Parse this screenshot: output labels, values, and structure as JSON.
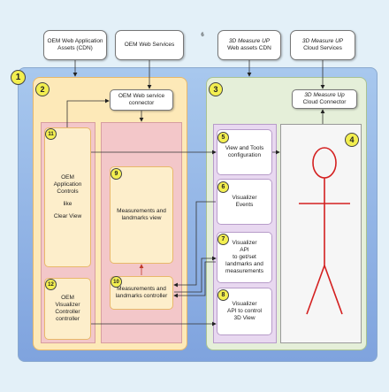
{
  "page_number": "6",
  "external": {
    "oem_assets": "OEM Web Application Assets (CDN)",
    "oem_services": "OEM Web Services",
    "m3d_assets_brand": "3D Measure UP",
    "m3d_assets": "Web assets CDN",
    "m3d_cloud_brand": "3D Measure UP",
    "m3d_cloud": "Cloud Services"
  },
  "badges": [
    "1",
    "2",
    "3",
    "4",
    "5",
    "6",
    "7",
    "8",
    "9",
    "10",
    "11",
    "12"
  ],
  "oem": {
    "connector": "OEM Web service connector",
    "app_controls": [
      "OEM",
      "Application",
      "Controls",
      "",
      "like",
      "",
      "Clear View"
    ],
    "visualizer_controller": [
      "OEM",
      "Visualizer",
      "Controller",
      "controller"
    ],
    "measurements_view": [
      "Measurements and",
      "landmarks view"
    ],
    "measurements_controller": [
      "Measurements and",
      "landmarks controller"
    ]
  },
  "m3d": {
    "cloud_connector_brand": "3D Measure Up",
    "cloud_connector": "Cloud Connector",
    "view_tools": [
      "View and Tools",
      "configuration"
    ],
    "events": [
      "Visualizer",
      "Events"
    ],
    "api_landmarks": [
      "Visualizer",
      "API",
      "to get/set",
      "landmarks and",
      "measurements"
    ],
    "api_control": [
      "Visualizer",
      "API to control",
      "3D View"
    ]
  },
  "colors": {
    "background": "#e3f0f8",
    "container_1": "#9cbfe8",
    "container_2": "#fde9b8",
    "container_3": "#e5efd9",
    "pink_panel": "#f3c7c9",
    "sub_box": "#fdeecb",
    "visualizer_panel": "#e8d8f0",
    "figure": "#d42020",
    "badge": "#f3ef50"
  }
}
